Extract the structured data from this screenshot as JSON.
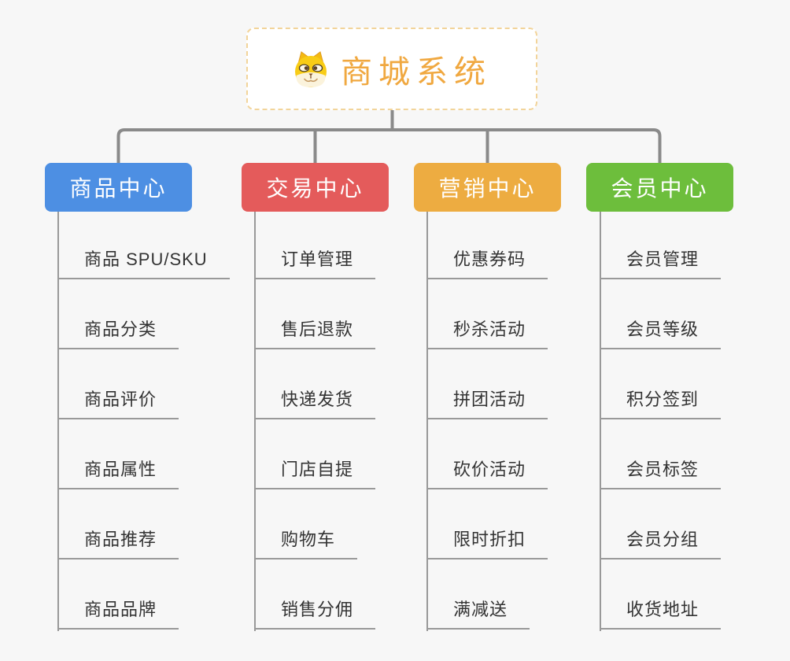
{
  "root": {
    "title": "商城系统",
    "icon": "doge-icon"
  },
  "branches": [
    {
      "label": "商品中心",
      "color": "#4d8fe3",
      "children": [
        "商品 SPU/SKU",
        "商品分类",
        "商品评价",
        "商品属性",
        "商品推荐",
        "商品品牌"
      ]
    },
    {
      "label": "交易中心",
      "color": "#e45b5b",
      "children": [
        "订单管理",
        "售后退款",
        "快递发货",
        "门店自提",
        "购物车",
        "销售分佣"
      ]
    },
    {
      "label": "营销中心",
      "color": "#edac41",
      "children": [
        "优惠券码",
        "秒杀活动",
        "拼团活动",
        "砍价活动",
        "限时折扣",
        "满减送"
      ]
    },
    {
      "label": "会员中心",
      "color": "#6dbe3c",
      "children": [
        "会员管理",
        "会员等级",
        "积分签到",
        "会员标签",
        "会员分组",
        "收货地址"
      ]
    }
  ],
  "colors": {
    "background": "#f7f7f7",
    "connector": "#8a8a8a",
    "underline": "#999999",
    "root_border": "#f2d49a",
    "root_text": "#f0a840",
    "item_text": "#333333",
    "node_text": "#ffffff"
  }
}
